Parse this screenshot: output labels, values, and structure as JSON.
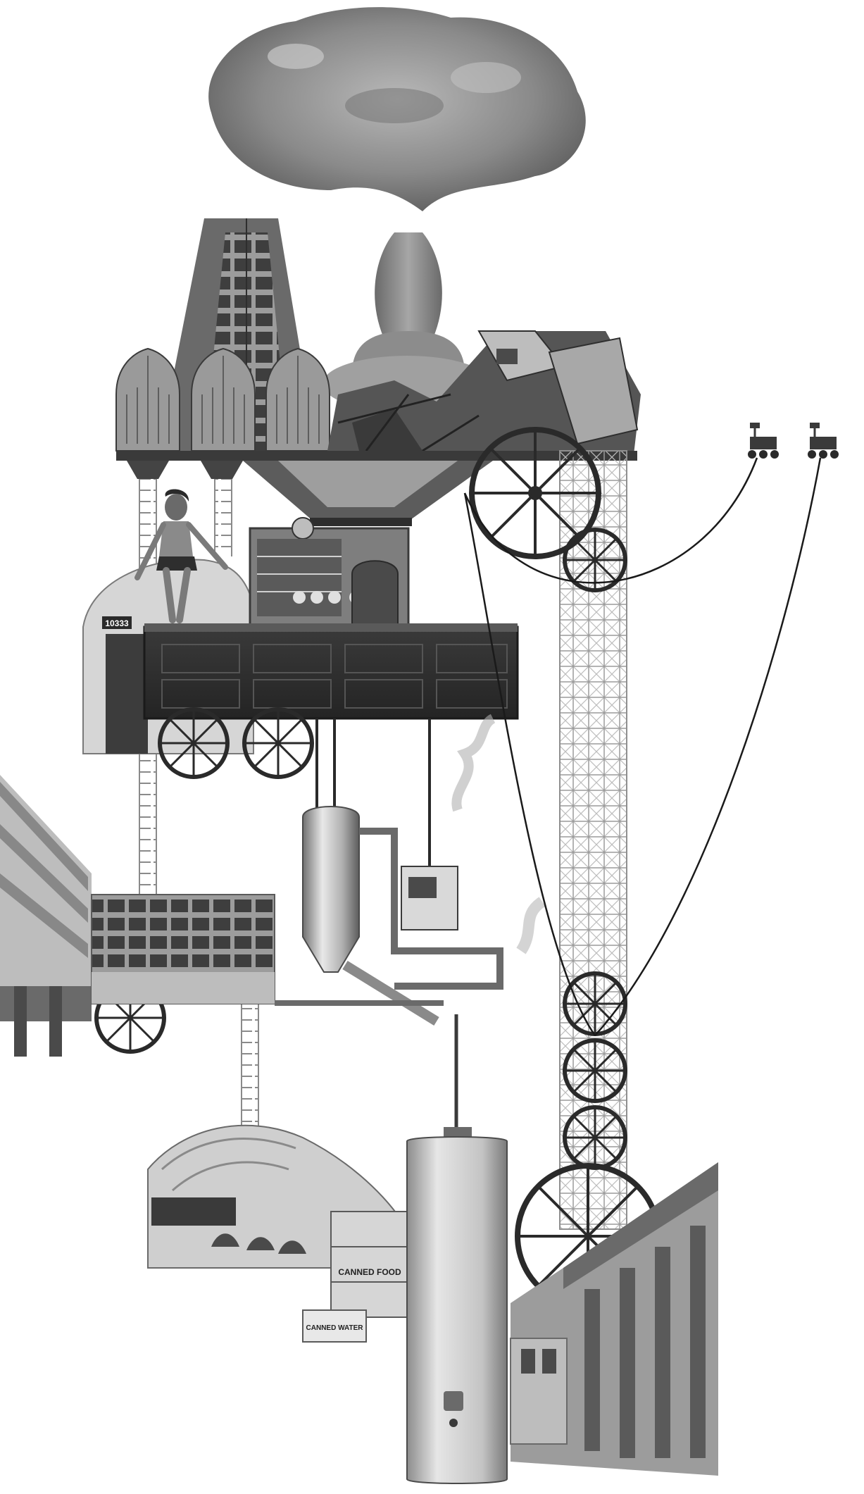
{
  "artwork": {
    "style": "black-and-white photomontage",
    "palette": {
      "background": "#ffffff",
      "ink": "#1a1a1a",
      "dark_gray": "#3c3c3c",
      "mid_gray": "#808080",
      "light_gray": "#cfcfcf",
      "smoke": "#8a8a8a"
    }
  },
  "labels": {
    "shelter_number": "10333",
    "canned_food": "CANNED FOOD",
    "canned_water": "CANNED WATER"
  },
  "elements": [
    "mushroom-cloud",
    "glass-tower",
    "lantern-domes",
    "collapsed-houses",
    "funnel-platform",
    "scaffold-tower",
    "mars-rovers",
    "hanging-cable",
    "pinup-woman",
    "quonset-hut",
    "bar-cabinet",
    "wagon-wheels",
    "modernist-building",
    "steam-tank-machinery",
    "ladders",
    "fallout-shelter-interior",
    "water-heater",
    "factory-hall"
  ]
}
